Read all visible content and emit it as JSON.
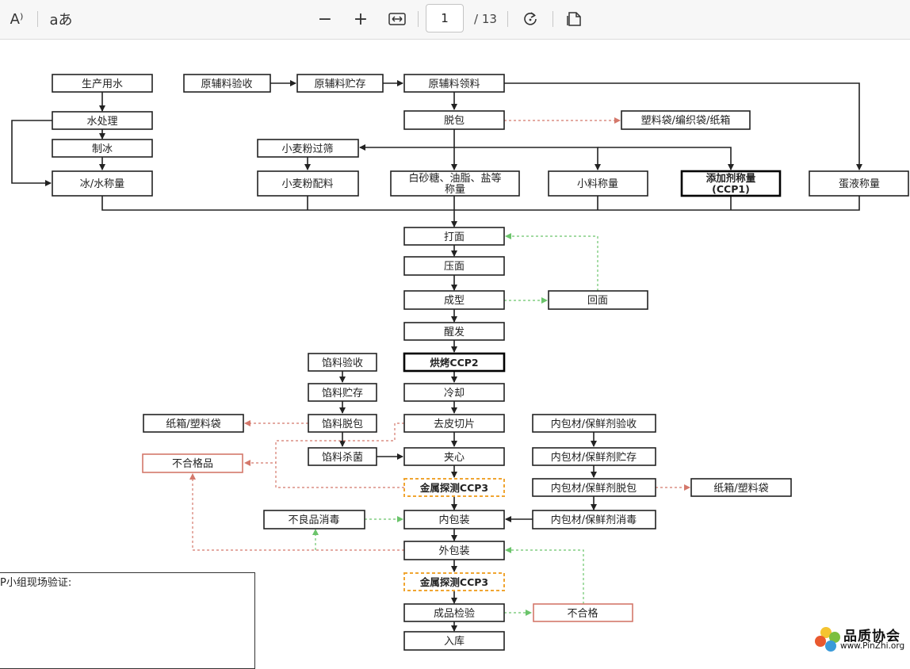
{
  "toolbar": {
    "read_aloud_icon": "A⁾",
    "translate_icon": "aあ",
    "zoom_out_icon": "−",
    "zoom_in_icon": "+",
    "page_value": "1",
    "page_total": "/ 13"
  },
  "diagram": {
    "nodes": [
      {
        "id": "shengchan_yongshui",
        "label": "生产用水"
      },
      {
        "id": "shui_chuli",
        "label": "水处理"
      },
      {
        "id": "zhibing",
        "label": "制冰"
      },
      {
        "id": "bing_shui_chengliang",
        "label": "冰/水称量"
      },
      {
        "id": "yuanfuliao_yanshou",
        "label": "原辅料验收"
      },
      {
        "id": "yuanfuliao_zhucun",
        "label": "原辅料贮存"
      },
      {
        "id": "yuanfuliao_lingliao",
        "label": "原辅料领料"
      },
      {
        "id": "tuobao",
        "label": "脱包"
      },
      {
        "id": "suliaodai",
        "label": "塑料袋/编织袋/纸箱"
      },
      {
        "id": "xiaomaifen_guoshai",
        "label": "小麦粉过筛"
      },
      {
        "id": "xiaomaifen_peiliao",
        "label": "小麦粉配料"
      },
      {
        "id": "baishatang_1",
        "label": "白砂糖、油脂、盐等"
      },
      {
        "id": "baishatang_2",
        "label": "称量"
      },
      {
        "id": "xiaoliao_chengliang",
        "label": "小料称量"
      },
      {
        "id": "tianjiaji_1",
        "label": "添加剂称量"
      },
      {
        "id": "tianjiaji_2",
        "label": "(CCP1)"
      },
      {
        "id": "danye_chengliang",
        "label": "蛋液称量"
      },
      {
        "id": "damian",
        "label": "打面"
      },
      {
        "id": "yamian",
        "label": "压面"
      },
      {
        "id": "chengxing",
        "label": "成型"
      },
      {
        "id": "huimian",
        "label": "回面"
      },
      {
        "id": "xingfa",
        "label": "醒发"
      },
      {
        "id": "hongkao",
        "label": "烘烤CCP2"
      },
      {
        "id": "xianliao_yanshou",
        "label": "馅料验收"
      },
      {
        "id": "xianliao_zhucun",
        "label": "馅料贮存"
      },
      {
        "id": "xianliao_tuobao",
        "label": "馅料脱包"
      },
      {
        "id": "zhixiang_left",
        "label": "纸箱/塑料袋"
      },
      {
        "id": "lengque",
        "label": "冷却"
      },
      {
        "id": "qupi_qiepian",
        "label": "去皮切片"
      },
      {
        "id": "buhege_pin",
        "label": "不合格品"
      },
      {
        "id": "xianliao_shajun",
        "label": "馅料杀菌"
      },
      {
        "id": "jiaxin",
        "label": "夹心"
      },
      {
        "id": "jinshu_1",
        "label": "金属探测CCP3"
      },
      {
        "id": "neibaocai_yanshou",
        "label": "内包材/保鲜剂验收"
      },
      {
        "id": "neibaocai_zhucun",
        "label": "内包材/保鲜剂贮存"
      },
      {
        "id": "neibaocai_tuobao",
        "label": "内包材/保鲜剂脱包"
      },
      {
        "id": "zhixiang_right",
        "label": "纸箱/塑料袋"
      },
      {
        "id": "neibaocai_xiaodu",
        "label": "内包材/保鲜剂消毒"
      },
      {
        "id": "buliangpin_xiaodu",
        "label": "不良品消毒"
      },
      {
        "id": "neibaozhuang",
        "label": "内包装"
      },
      {
        "id": "waibaozhuang",
        "label": "外包装"
      },
      {
        "id": "jinshu_2",
        "label": "金属探测CCP3"
      },
      {
        "id": "chengpin_jianyan",
        "label": "成品检验"
      },
      {
        "id": "buhege",
        "label": "不合格"
      },
      {
        "id": "ruku",
        "label": "入库"
      }
    ]
  },
  "verify": {
    "text": "P小组现场验证:"
  },
  "logo": {
    "main": "品质协会",
    "url": "www.PinZhi.org"
  },
  "colors": {
    "accent_red": "#d4786b",
    "accent_green": "#6bc46b",
    "ccp_orange": "#f0a531"
  }
}
